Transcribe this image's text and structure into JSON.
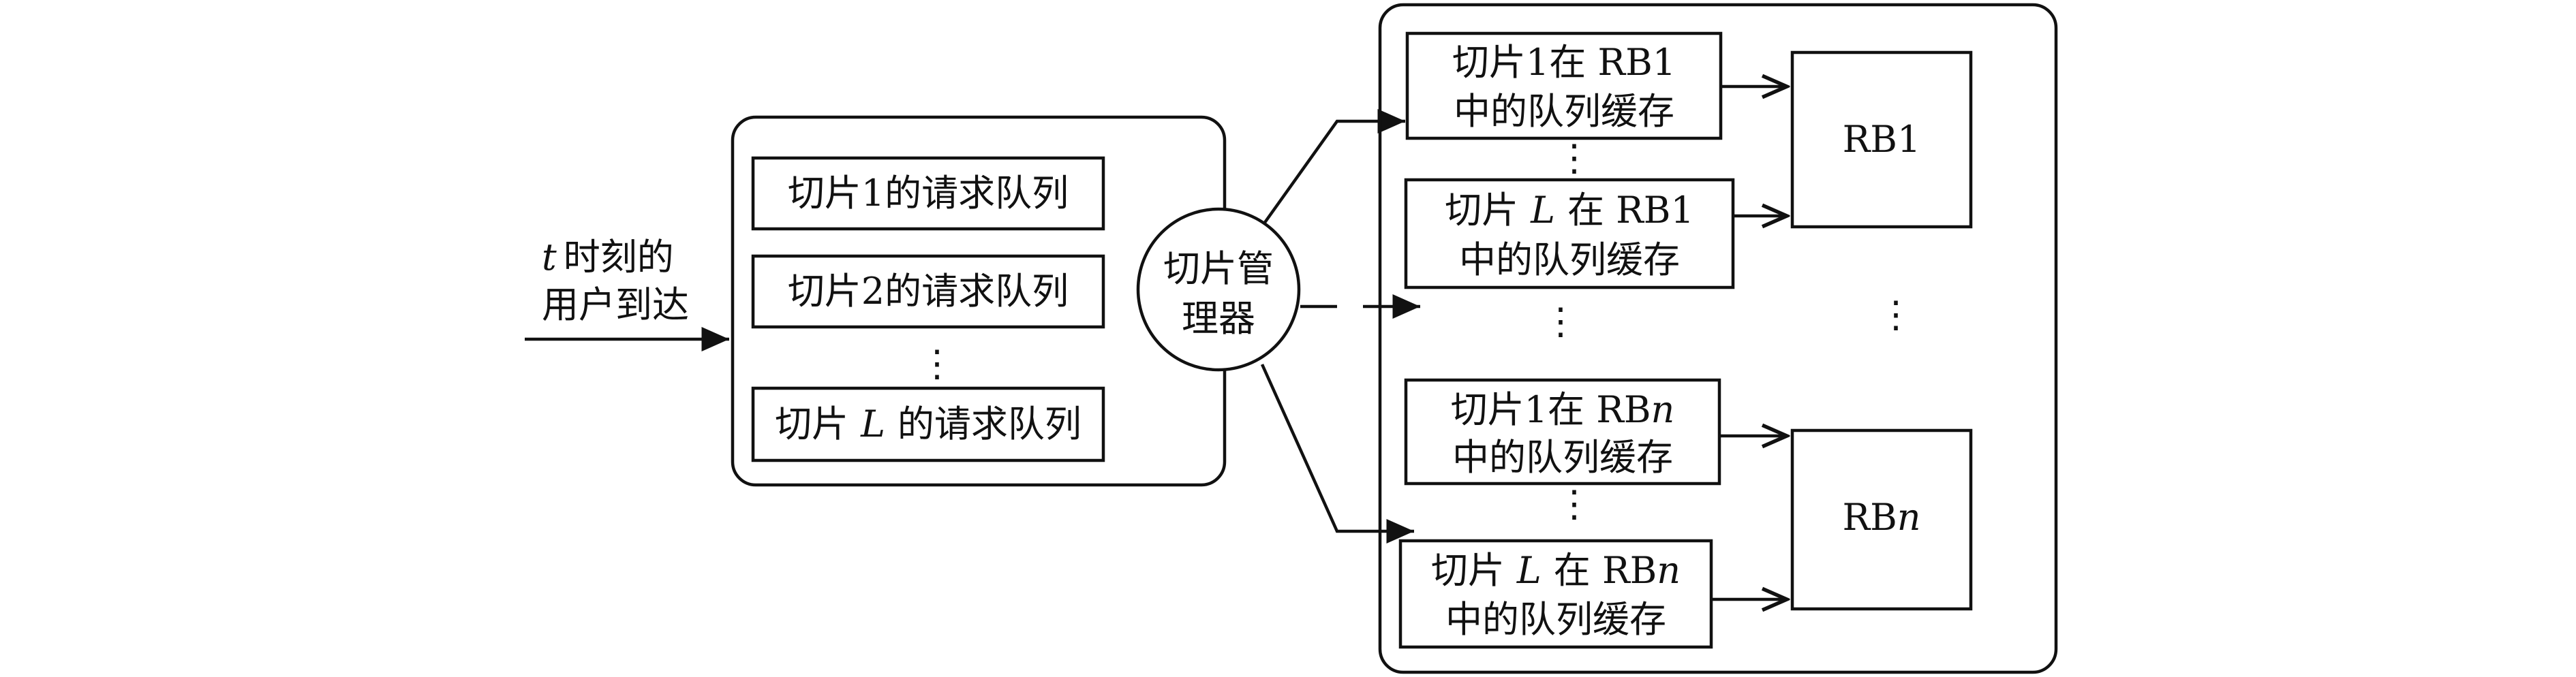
{
  "input": {
    "line1_var": "t",
    "line1_text": "时刻的",
    "line2": "用户到达"
  },
  "queues": {
    "q1": "切片1的请求队列",
    "q2": "切片2的请求队列",
    "dots": "⋮",
    "qL_pre": "切片",
    "qL_var": "L",
    "qL_post": "的请求队列"
  },
  "manager": {
    "line1": "切片管",
    "line2": "理器"
  },
  "buffers": {
    "b11_line1": "切片1在 RB1",
    "b11_line2": "中的队列缓存",
    "dots_a": "⋮",
    "bL1_pre": "切片",
    "bL1_var": "L",
    "bL1_post": "在 RB1",
    "bL1_line2": "中的队列缓存",
    "dots_mid": "⋮",
    "b1n_pre": "切片1在 RB",
    "b1n_var": "n",
    "b1n_line2": "中的队列缓存",
    "dots_b": "⋮",
    "bLn_pre": "切片",
    "bLn_var": "L",
    "bLn_mid": "在 RB",
    "bLn_var2": "n",
    "bLn_line2": "中的队列缓存"
  },
  "rbs": {
    "rb1": "RB1",
    "dots": "⋮",
    "rbn_pre": "RB",
    "rbn_var": "n"
  }
}
